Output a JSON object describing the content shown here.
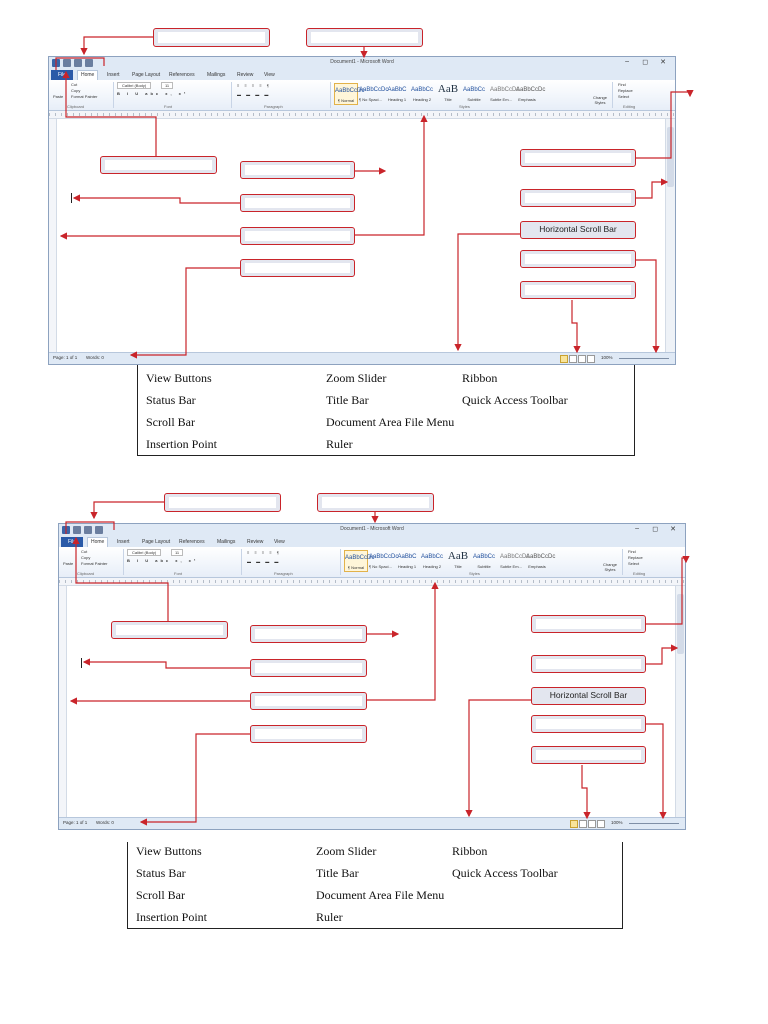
{
  "word": {
    "title": "Document1 - Microsoft Word",
    "tabs": [
      "File",
      "Home",
      "Insert",
      "Page Layout",
      "References",
      "Mailings",
      "Review",
      "View"
    ],
    "clipboard": {
      "paste": "Paste",
      "cut": "Cut",
      "copy": "Copy",
      "format_painter": "Format Painter",
      "group": "Clipboard"
    },
    "font": {
      "name": "Calibri (Body)",
      "size": "11",
      "group": "Font"
    },
    "paragraph_group": "Paragraph",
    "styles": [
      {
        "sample": "AaBbCcDc",
        "name": "¶ Normal"
      },
      {
        "sample": "AaBbCcDc",
        "name": "¶ No Spaci..."
      },
      {
        "sample": "AaBbC",
        "name": "Heading 1"
      },
      {
        "sample": "AaBbCc",
        "name": "Heading 2"
      },
      {
        "sample": "AaB",
        "name": "Title"
      },
      {
        "sample": "AaBbCc",
        "name": "Subtitle"
      },
      {
        "sample": "AaBbCcDc",
        "name": "Subtle Em..."
      },
      {
        "sample": "AaBbCcDc",
        "name": "Emphasis"
      }
    ],
    "styles_group": "Styles",
    "change_styles": "Change Styles",
    "editing": {
      "find": "Find",
      "replace": "Replace",
      "select": "Select",
      "group": "Editing"
    },
    "status": {
      "page": "Page: 1 of 1",
      "words": "Words: 0",
      "zoom": "100%"
    }
  },
  "callout_label": "Horizontal Scroll Bar",
  "terms": [
    "View Buttons",
    "Zoom Slider",
    "Ribbon",
    "Status Bar",
    "Title Bar",
    "Quick Access Toolbar",
    "Scroll Bar",
    "Document Area File Menu",
    "Insertion Point",
    "Ruler"
  ],
  "colors": {
    "callout_border": "#c9242a",
    "file_tab": "#2a5aa8",
    "ribbon_bg": "#dfe9f5"
  }
}
